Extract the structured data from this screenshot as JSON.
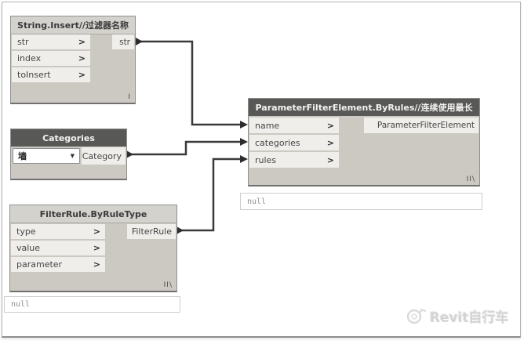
{
  "colors": {
    "header_dark": "#585856",
    "header_light": "#d4d2cd",
    "node_body": "#ccc9c2",
    "row_bg": "#efeeeb",
    "wire": "#3a3a3a"
  },
  "icons": {
    "chevron": ">",
    "dropdown_arrow": "▼"
  },
  "nodes": {
    "string_insert": {
      "title": "String.Insert//过滤器名称",
      "inputs": [
        "str",
        "index",
        "toInsert"
      ],
      "outputs": [
        "str"
      ],
      "lacing": "I"
    },
    "categories": {
      "title": "Categories",
      "dropdown_value": "墙",
      "outputs": [
        "Category"
      ]
    },
    "filter_rule": {
      "title": "FilterRule.ByRuleType",
      "inputs": [
        "type",
        "value",
        "parameter"
      ],
      "outputs": [
        "FilterRule"
      ],
      "lacing": "II\\",
      "preview": "null"
    },
    "param_filter": {
      "title": "ParameterFilterElement.ByRules//连续使用最长",
      "inputs": [
        "name",
        "categories",
        "rules"
      ],
      "outputs": [
        "ParameterFilterElement"
      ],
      "lacing": "II\\",
      "preview": "null"
    }
  },
  "watermark": {
    "text": "Revit自行车"
  }
}
